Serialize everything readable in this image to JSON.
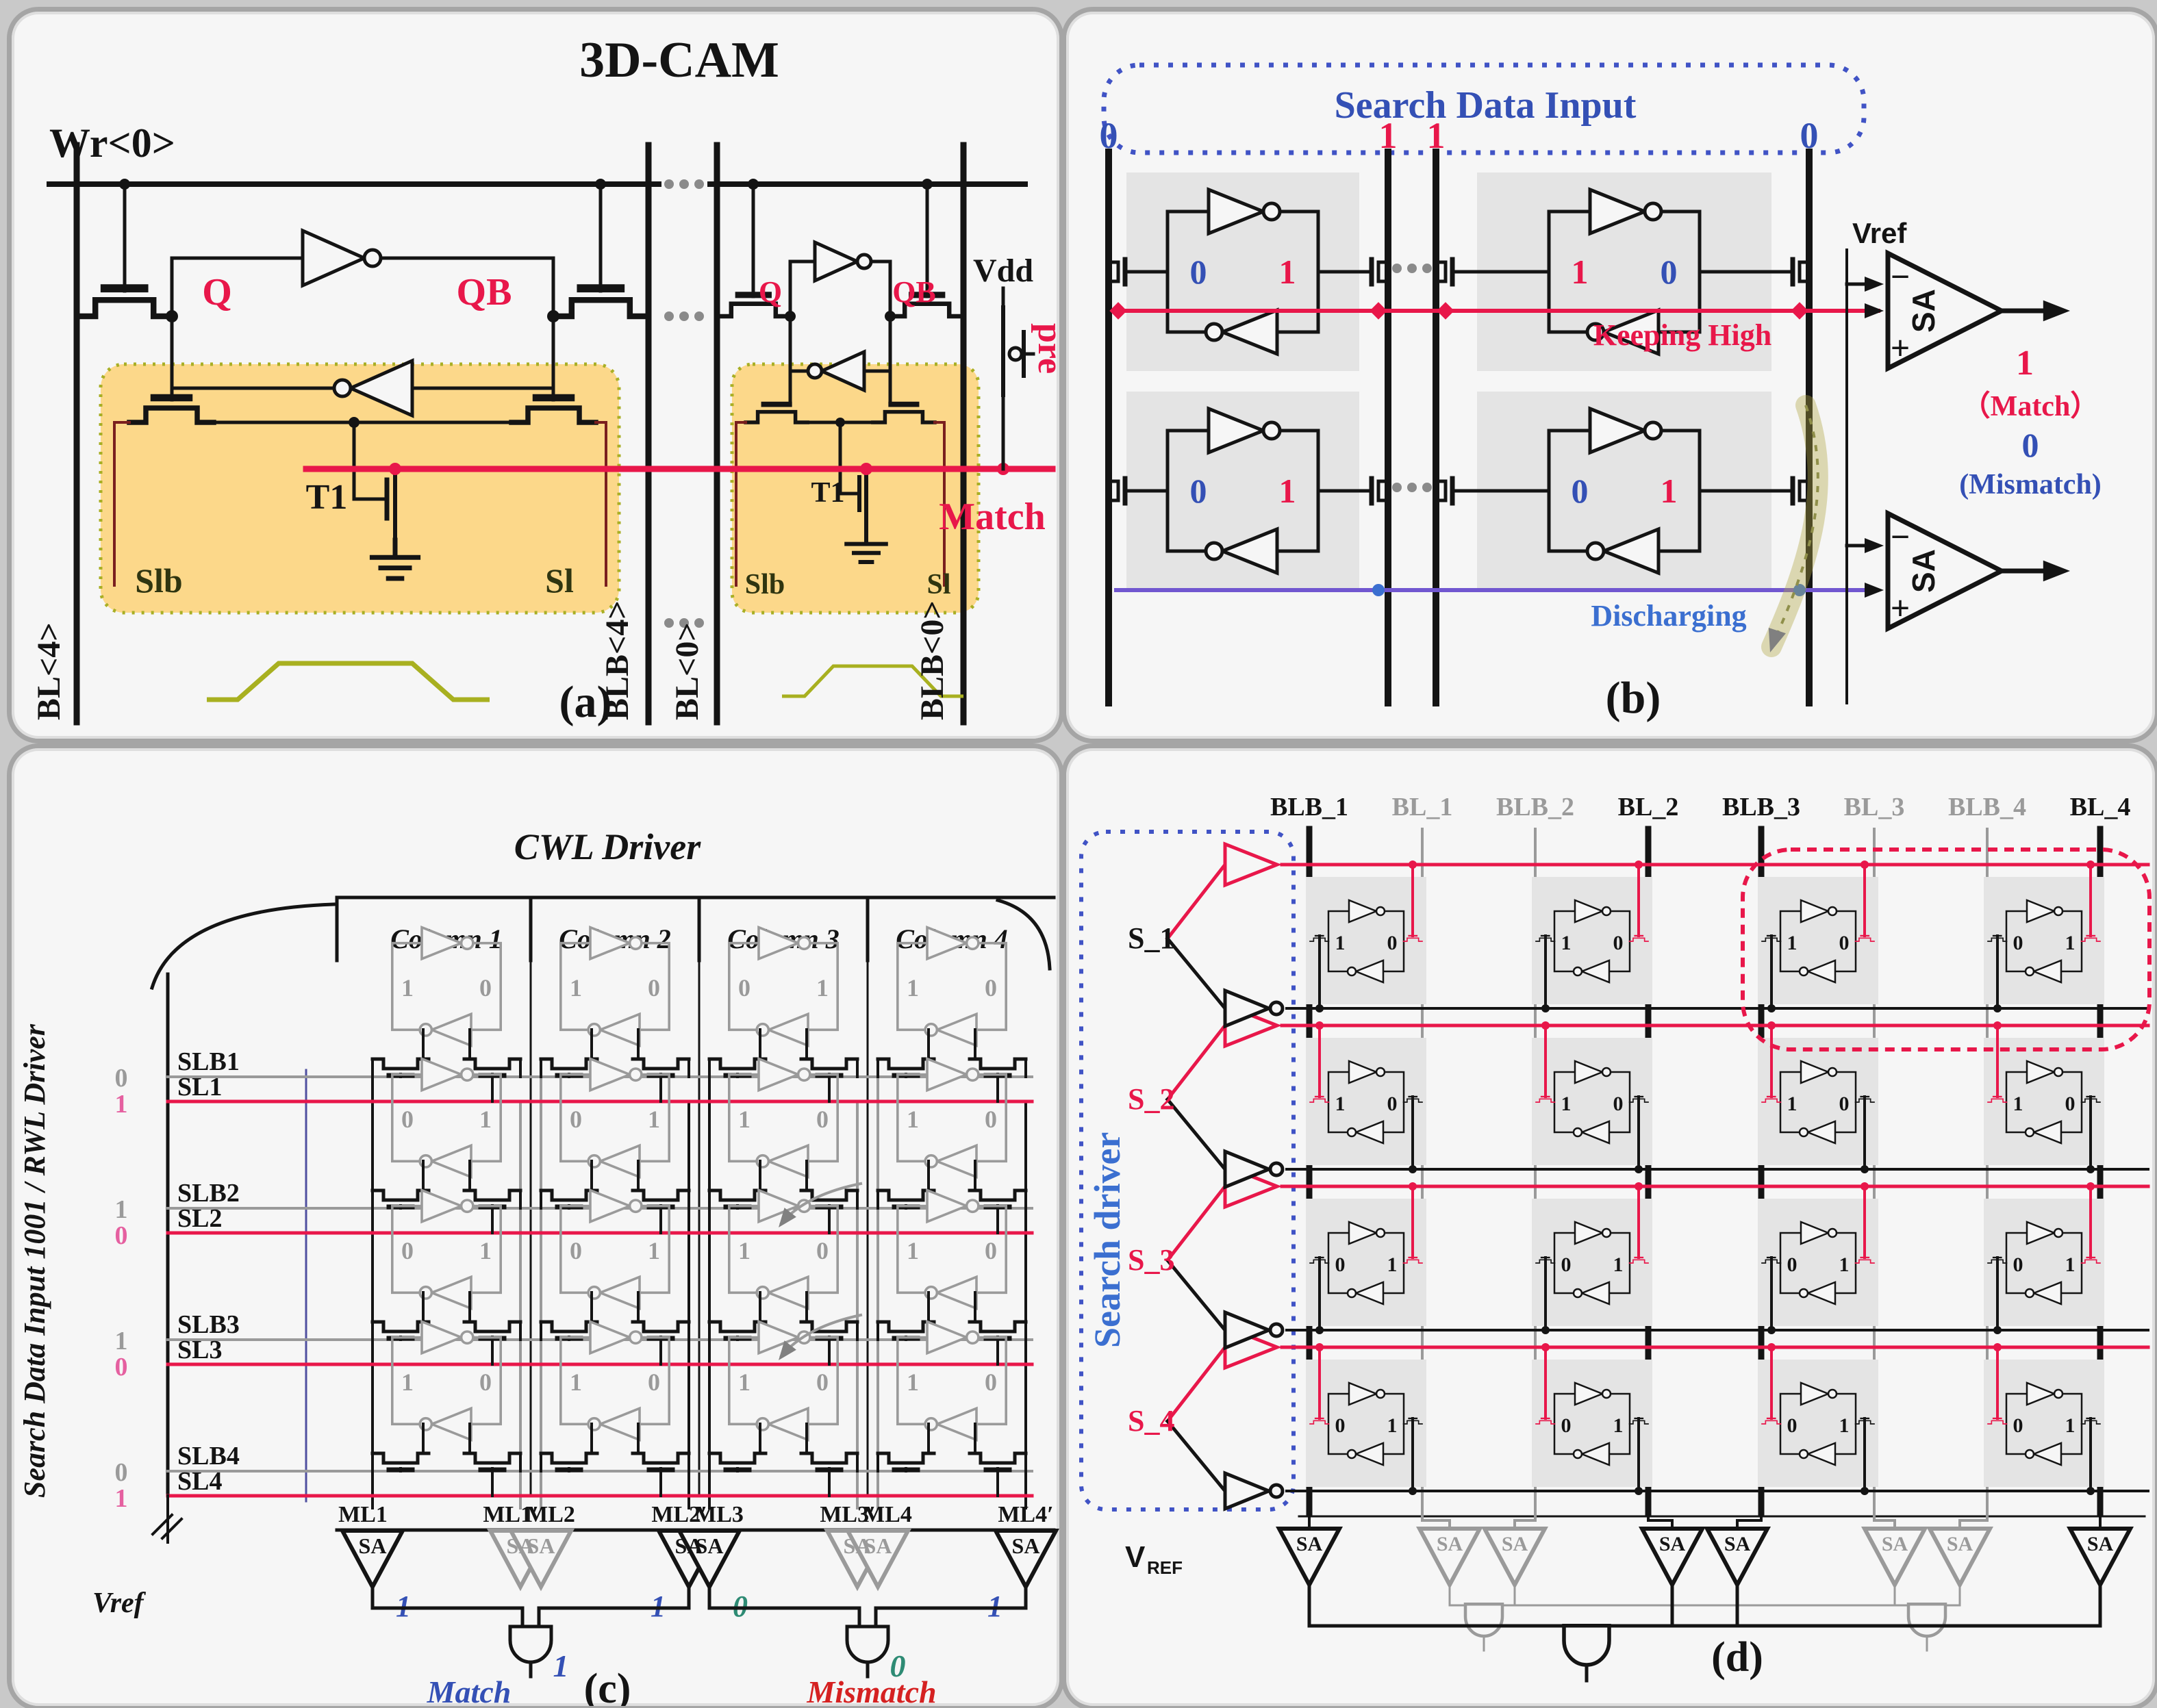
{
  "colors": {
    "red": "#e8174a",
    "blue": "#3450b5",
    "light_blue": "#3b6fd0",
    "purple": "#7157d0",
    "pink": "#e560a0",
    "gray": "#9a9a9a",
    "olive": "#a8b020",
    "teal": "#2e8b74",
    "orange_cell_fill": "#fcd88a",
    "cell_gray": "#e4e4e4"
  },
  "panels": {
    "a": {
      "caption": "(a)",
      "title": "3D-CAM",
      "wr": "Wr<0>",
      "q": "Q",
      "qb": "QB",
      "q2": "Q",
      "qb2": "QB",
      "t1": "T1",
      "t1_2": "T1",
      "slb": "Slb",
      "sl": "Sl",
      "slb2": "Slb",
      "sl2": "Sl",
      "vdd": "Vdd",
      "pre": "pre",
      "match": "Match",
      "bl4": "BL<4>",
      "blb4": "BLB<4>",
      "bl0": "BL<0>",
      "blb0": "BLB<0>"
    },
    "b": {
      "caption": "(b)",
      "title": "Search Data Input",
      "bits": [
        "0",
        "1",
        "1",
        "0"
      ],
      "cells": {
        "r1c1l": "0",
        "r1c1r": "1",
        "r1c2l": "1",
        "r1c2r": "0",
        "r2c1l": "0",
        "r2c1r": "1",
        "r2c2l": "0",
        "r2c2r": "1"
      },
      "keeping_high": "Keeping High",
      "discharging": "Discharging",
      "vref": "Vref",
      "sa": "SA",
      "plus": "+",
      "minus": "−",
      "match_value": "1",
      "match_label": "（Match）",
      "mismatch_value": "0",
      "mismatch_label": "(Mismatch)"
    },
    "c": {
      "caption": "(c)",
      "title": "CWL Driver",
      "left_label": "Search Data Input 1001 / RWL Driver",
      "columns": [
        "Column 1",
        "Column 2",
        "Column 3",
        "Column 4"
      ],
      "row_labels": [
        "SLB1",
        "SL1",
        "SLB2",
        "SL2",
        "SLB3",
        "SL3",
        "SLB4",
        "SL4"
      ],
      "row_bits": [
        "0",
        "1",
        "1",
        "0",
        "1",
        "0",
        "0",
        "1"
      ],
      "cells": [
        [
          [
            "1",
            "0"
          ],
          [
            "1",
            "0"
          ],
          [
            "0",
            "1"
          ],
          [
            "1",
            "0"
          ]
        ],
        [
          [
            "0",
            "1"
          ],
          [
            "0",
            "1"
          ],
          [
            "1",
            "0"
          ],
          [
            "1",
            "0"
          ]
        ],
        [
          [
            "0",
            "1"
          ],
          [
            "0",
            "1"
          ],
          [
            "1",
            "0"
          ],
          [
            "1",
            "0"
          ]
        ],
        [
          [
            "1",
            "0"
          ],
          [
            "1",
            "0"
          ],
          [
            "1",
            "0"
          ],
          [
            "1",
            "0"
          ]
        ]
      ],
      "ml": [
        "ML1",
        "ML1′",
        "ML2",
        "ML2′",
        "ML3",
        "ML3′",
        "ML4",
        "ML4′"
      ],
      "sa": "SA",
      "vref": "Vref",
      "sa_out": [
        "1",
        "1",
        "0",
        "1"
      ],
      "and_out": [
        "1",
        "0"
      ],
      "match": "Match",
      "mismatch": "Mismatch"
    },
    "d": {
      "caption": "(d)",
      "bitlines": [
        "BLB_1",
        "BL_1",
        "BLB_2",
        "BL_2",
        "BLB_3",
        "BL_3",
        "BLB_4",
        "BL_4"
      ],
      "search_driver": "Search driver",
      "s": [
        "S_1",
        "S_2",
        "S_3",
        "S_4"
      ],
      "vref_main": "V",
      "vref_sub": "REF",
      "sa": "SA",
      "cells": [
        [
          [
            "1",
            "0"
          ],
          [
            "1",
            "0"
          ],
          [
            "1",
            "0"
          ],
          [
            "0",
            "1"
          ]
        ],
        [
          [
            "1",
            "0"
          ],
          [
            "1",
            "0"
          ],
          [
            "1",
            "0"
          ],
          [
            "1",
            "0"
          ]
        ],
        [
          [
            "0",
            "1"
          ],
          [
            "0",
            "1"
          ],
          [
            "0",
            "1"
          ],
          [
            "0",
            "1"
          ]
        ],
        [
          [
            "0",
            "1"
          ],
          [
            "0",
            "1"
          ],
          [
            "0",
            "1"
          ],
          [
            "0",
            "1"
          ]
        ]
      ]
    }
  }
}
